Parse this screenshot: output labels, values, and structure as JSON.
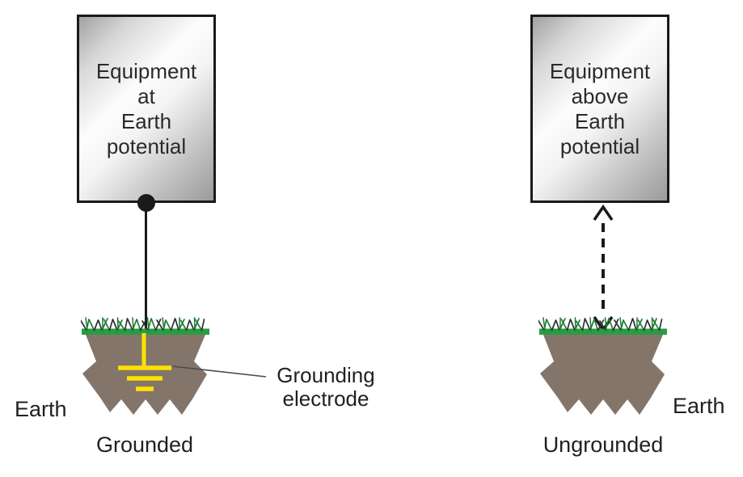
{
  "left_figure": {
    "box_label": "Equipment\nat\nEarth\npotential",
    "earth_label": "Earth",
    "caption": "Grounded",
    "electrode_label": "Grounding\nelectrode"
  },
  "right_figure": {
    "box_label": "Equipment\nabove\nEarth\npotential",
    "earth_label": "Earth",
    "caption": "Ungrounded"
  },
  "colors": {
    "earth_brown": "#84756a",
    "grass_green": "#2a9b44",
    "grass_dark": "#1e7a33",
    "blade_dark": "#2b2f33",
    "electrode_yellow": "#ffe200",
    "line": "#1a1a1a",
    "leader": "#4a4a4a"
  }
}
